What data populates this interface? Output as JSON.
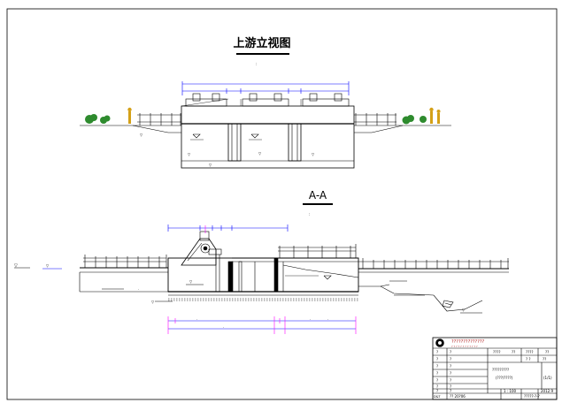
{
  "drawing": {
    "title_upstream": "上游立视图",
    "title_section": "A-A"
  },
  "title_block": {
    "company": "??????????????",
    "company_sub": "? ? ? ? ? ? ? ? ? ? ? ?",
    "row1_a": "????",
    "row1_b": "??",
    "row1_c": "????",
    "row1_d": "??",
    "row2_a": "? ?",
    "row2_b": "??",
    "project": "?????????",
    "drawing_name": "(???/????)",
    "sheet": "(1/1)",
    "scale": "1 : 100",
    "drawing_no": "?????-?-?",
    "date": "2012.9",
    "footer_a": "?? 20?06",
    "row_labels": [
      "?",
      "?",
      "?",
      "?",
      "?",
      "?",
      "?",
      "?",
      "?"
    ],
    "footer_b": "D&T"
  },
  "colors": {
    "line": "#000000",
    "blue": "#0000ff",
    "magenta": "#ff00ff",
    "green": "#2e8b2e",
    "yellow": "#d4a017",
    "red": "#ff0000",
    "cyan": "#00b4d8"
  }
}
